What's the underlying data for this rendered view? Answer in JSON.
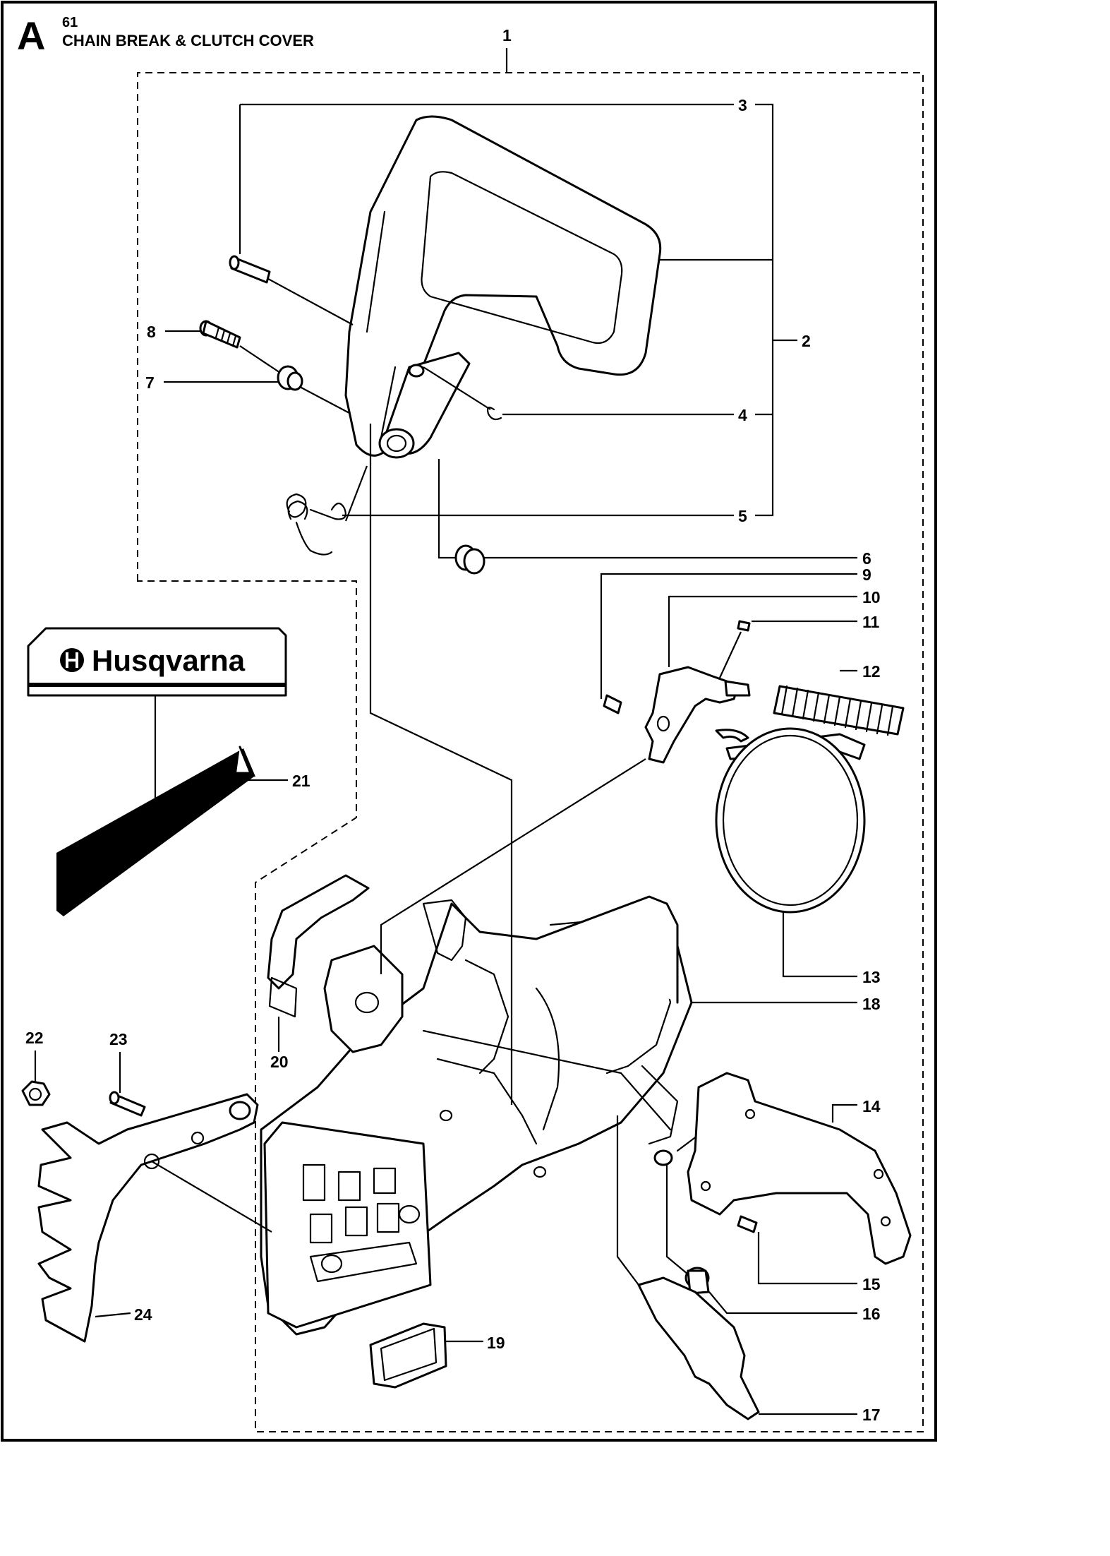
{
  "header": {
    "section_letter": "A",
    "page_number": "61",
    "title": "CHAIN BREAK & CLUTCH COVER"
  },
  "brand": {
    "name": "Husqvarna",
    "logo_icon": "husqvarna-crown-icon"
  },
  "callouts": [
    "1",
    "2",
    "3",
    "4",
    "5",
    "6",
    "7",
    "8",
    "9",
    "10",
    "11",
    "12",
    "13",
    "14",
    "15",
    "16",
    "17",
    "18",
    "19",
    "20",
    "21",
    "22",
    "23",
    "24"
  ],
  "colors": {
    "line": "#000000",
    "background": "#ffffff"
  }
}
